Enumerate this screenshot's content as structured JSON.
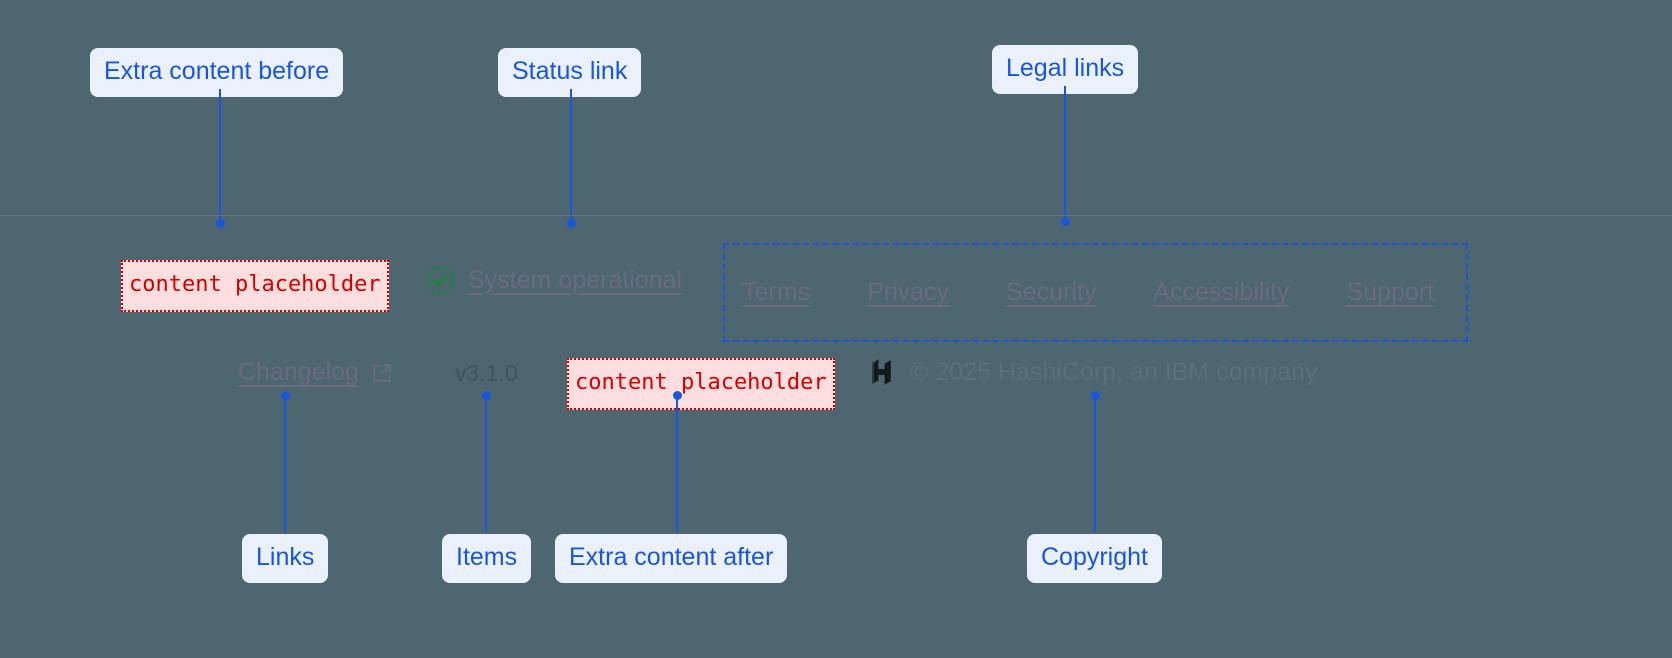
{
  "theme": {
    "page_background": "#4d6670",
    "annotation_accent": "#1a56db",
    "annotation_label_background": "#eaf1fd",
    "placeholder_text": "#d40000",
    "placeholder_background": "#fddede",
    "muted_link": "#6b6b80",
    "status_ok": "#0f8a2e",
    "divider": "#5d7480"
  },
  "annotations": [
    {
      "id": "extra-before",
      "label": "Extra content before"
    },
    {
      "id": "status-link",
      "label": "Status link"
    },
    {
      "id": "legal-links",
      "label": "Legal links"
    },
    {
      "id": "links",
      "label": "Links"
    },
    {
      "id": "items",
      "label": "Items"
    },
    {
      "id": "extra-after",
      "label": "Extra content after"
    },
    {
      "id": "copyright",
      "label": "Copyright"
    }
  ],
  "footer": {
    "slots": {
      "before": "content placeholder",
      "after": "content placeholder"
    },
    "status": {
      "label": "System operational",
      "icon": "circle-check-icon",
      "icon_color": "#0f8a2e"
    },
    "legal_links": [
      {
        "label": "Terms"
      },
      {
        "label": "Privacy"
      },
      {
        "label": "Security"
      },
      {
        "label": "Accessibility"
      },
      {
        "label": "Support"
      }
    ],
    "changelog": {
      "label": "Changelog",
      "icon": "external-link-icon"
    },
    "version": "v3.1.0",
    "copyright": {
      "logo": "hashicorp-logo",
      "text": "© 2025 HashiCorp, an IBM company"
    }
  }
}
